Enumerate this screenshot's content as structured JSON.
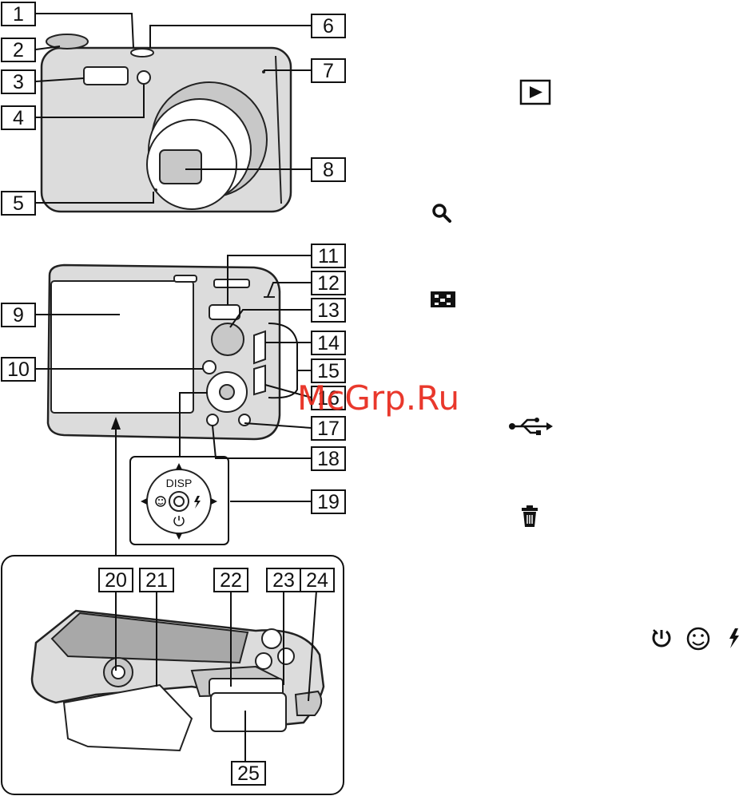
{
  "callouts": [
    "1",
    "2",
    "3",
    "4",
    "5",
    "6",
    "7",
    "8",
    "9",
    "10",
    "11",
    "12",
    "13",
    "14",
    "15",
    "16",
    "17",
    "18",
    "19",
    "20",
    "21",
    "22",
    "23",
    "24",
    "25"
  ],
  "control_wheel": {
    "top_label": "DISP"
  },
  "watermark": "McGrp.Ru",
  "icons": {
    "playback": "play-triangle-icon",
    "zoom": "magnifier-icon",
    "index": "checker-index-icon",
    "usb": "usb-icon",
    "delete": "trash-icon",
    "self_timer": "self-timer-icon",
    "smile": "smile-icon",
    "flash": "flash-icon"
  },
  "colors": {
    "watermark": "#e8281b",
    "line": "#111111",
    "camera_body": "#dcdcdc"
  }
}
